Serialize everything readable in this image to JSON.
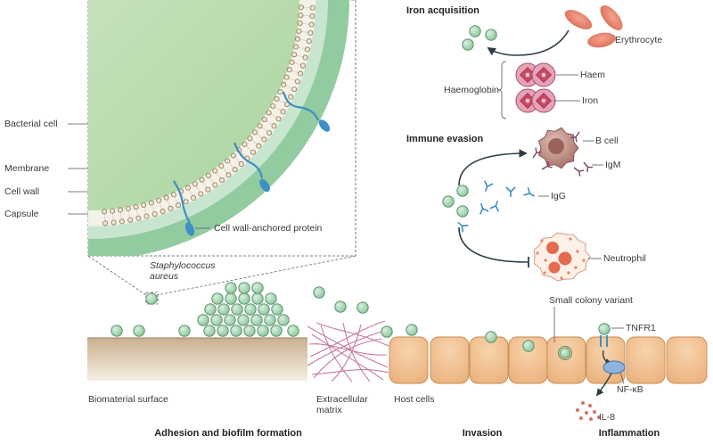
{
  "zoom_labels": {
    "bacterial_cell": "Bacterial cell",
    "membrane": "Membrane",
    "cell_wall": "Cell wall",
    "capsule": "Capsule",
    "anchored_protein": "Cell wall-anchored protein"
  },
  "organism": {
    "line1": "Staphylococcus",
    "line2": "aureus"
  },
  "iron": {
    "title": "Iron acquisition",
    "erythrocyte": "Erythrocyte",
    "haem": "Haem",
    "haemoglobin": "Haemoglobin",
    "iron": "Iron"
  },
  "immune": {
    "title": "Immune evasion",
    "bcell": "B cell",
    "igm": "IgM",
    "igg": "IgG",
    "neutrophil": "Neutrophil"
  },
  "bottom": {
    "small_colony": "Small colony variant",
    "tnfr1": "TNFR1",
    "nfkb": "NF-κB",
    "il8": "IL-8",
    "biomaterial": "Biomaterial surface",
    "ecm_line1": "Extracellular",
    "ecm_line2": "matrix",
    "host_cells": "Host cells"
  },
  "sections": {
    "adhesion": "Adhesion and biofilm formation",
    "invasion": "Invasion",
    "inflammation": "Inflammation"
  },
  "colors": {
    "bacterium": "#a6d6b4",
    "bacterium_edge": "#4f8a62",
    "capsule": "#8cc79b",
    "cell_interior": "#c7e3b4",
    "erythrocyte": "#e88a73",
    "haemoglobin": "#e8a2b8",
    "antibody": "#3d8fc4",
    "host_cell": "#f3c394",
    "host_cell_edge": "#c58a52",
    "matrix_fibres": "#c57aa2",
    "biomaterial": "#c9b08e",
    "neutrophil_granules": "#e46a50",
    "bcell": "#b8857e"
  }
}
